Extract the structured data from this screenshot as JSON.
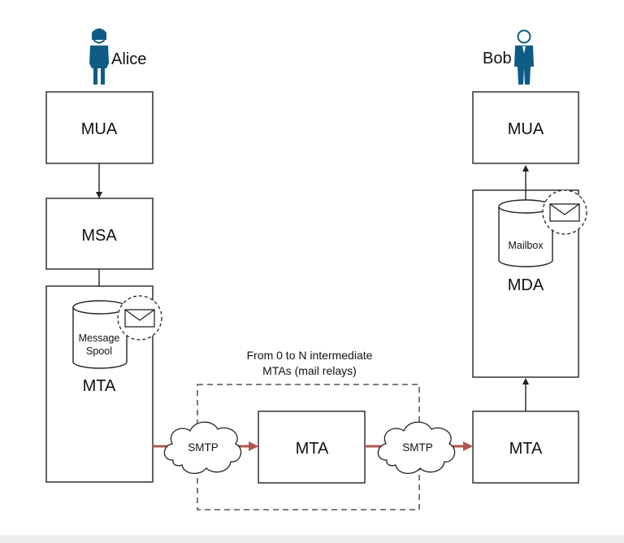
{
  "people": {
    "sender": "Alice",
    "receiver": "Bob"
  },
  "boxes": {
    "alice_mua": "MUA",
    "msa": "MSA",
    "alice_mta": "MTA",
    "relay_mta": "MTA",
    "bob_mta": "MTA",
    "mda": "MDA",
    "bob_mua": "MUA"
  },
  "storage": {
    "spool_line1": "Message",
    "spool_line2": "Spool",
    "mailbox": "Mailbox"
  },
  "protocols": {
    "left": "SMTP",
    "right": "SMTP"
  },
  "relay_note": {
    "line1": "From 0 to N intermediate",
    "line2": "MTAs (mail relays)"
  },
  "colors": {
    "person": "#0e5c86",
    "smtp_arrow": "#b0574d",
    "stroke": "#222222"
  },
  "icons": [
    "person-female-icon",
    "person-male-icon",
    "cloud-icon",
    "envelope-icon",
    "database-cylinder-icon"
  ]
}
